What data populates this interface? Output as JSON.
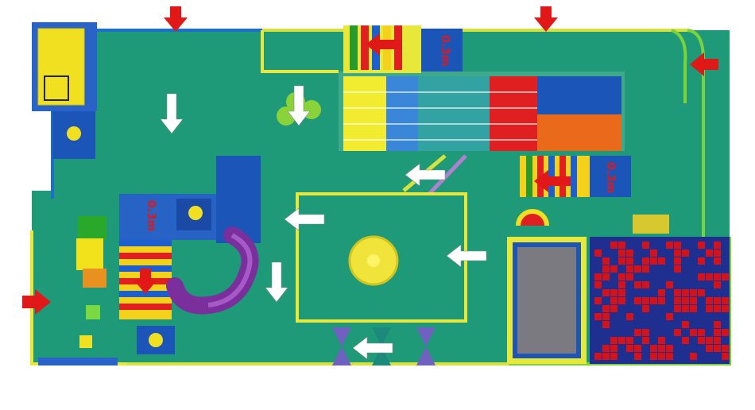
{
  "colors": {
    "floor": "#1e9a78",
    "frame_yellow": "#e8e83a",
    "frame_green": "#7cd23a",
    "frame_blue": "#1c6fd0",
    "entry_arrow": "#e01818",
    "flow_arrow": "#ffffff",
    "ball_red": "#d3121a",
    "ball_blue": "#1f2f8f",
    "slide_purple": "#7a2f9c",
    "trampoline": "#7a7a80"
  },
  "height_labels": [
    {
      "id": "slide-top",
      "text": "0.3m"
    },
    {
      "id": "steps-right",
      "text": "0.3m"
    },
    {
      "id": "tower-left",
      "text": "0.3m"
    }
  ],
  "icons": {
    "entry": "red-arrow-icon",
    "flow": "white-dashed-arrow-icon",
    "spinner": "spinner-disc-icon",
    "hourglass": "hourglass-post-icon"
  }
}
